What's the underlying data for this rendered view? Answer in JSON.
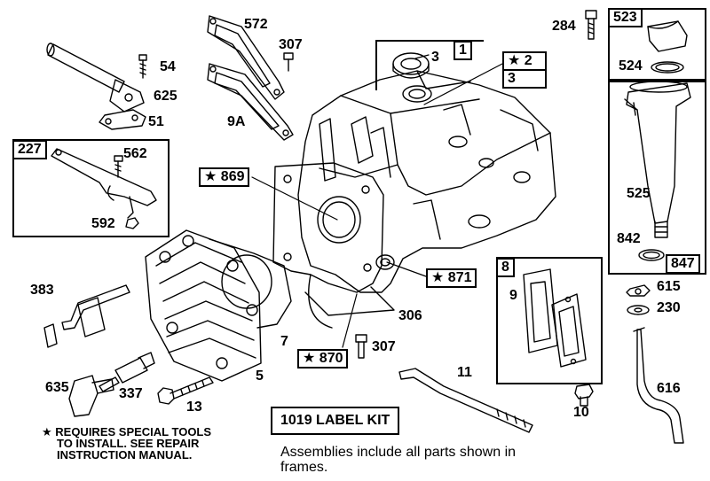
{
  "callouts": {
    "c572": "572",
    "c307a": "307",
    "c54": "54",
    "c625": "625",
    "c51": "51",
    "c9a": "9A",
    "c3a": "3",
    "c1": "1",
    "c2": "★ 2",
    "c3b": "3",
    "c284": "284",
    "c523": "523",
    "c524": "524",
    "c227": "227",
    "c562": "562",
    "c592": "592",
    "c869": "★ 869",
    "c525": "525",
    "c842": "842",
    "c847": "847",
    "c871": "★ 871",
    "c8": "8",
    "c9": "9",
    "c615": "615",
    "c230": "230",
    "c383": "383",
    "c306": "306",
    "c7": "7",
    "c870": "★ 870",
    "c307b": "307",
    "c5": "5",
    "c11": "11",
    "c635": "635",
    "c337": "337",
    "c13": "13",
    "c10": "10",
    "c616": "616"
  },
  "footnote": {
    "line1": "★ REQUIRES SPECIAL TOOLS",
    "line2": "TO INSTALL.  SEE REPAIR",
    "line3": "INSTRUCTION MANUAL."
  },
  "kit_label": "1019 LABEL KIT",
  "assemblies_line1": "Assemblies include all parts shown in",
  "assemblies_line2": "frames."
}
